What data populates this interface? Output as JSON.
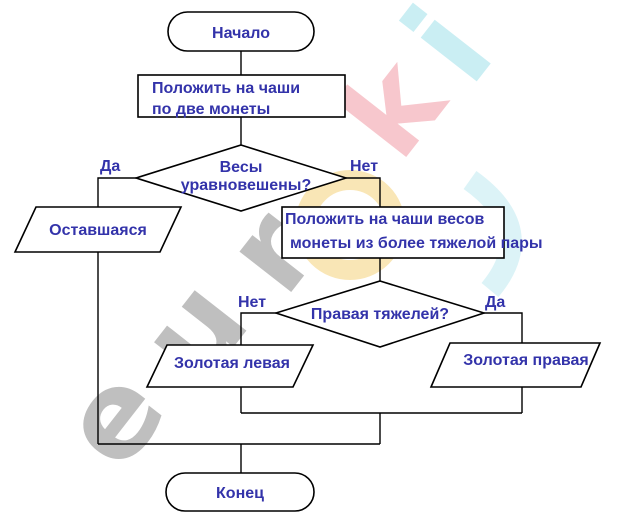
{
  "flowchart": {
    "start": "Начало",
    "step1": [
      "Положить на чаши",
      "по две монеты"
    ],
    "decision1": [
      "Весы",
      "уравновешены?"
    ],
    "decision1_yes": "Да",
    "decision1_no": "Нет",
    "output_remaining": "Оставшаяся",
    "step2": [
      "Положить на чаши весов",
      "монеты из более тяжелой пары"
    ],
    "decision2": "Правая тяжелей?",
    "decision2_no": "Нет",
    "decision2_yes": "Да",
    "output_left": "Золотая левая",
    "output_right": "Золотая правая",
    "end": "Конец"
  },
  "watermark": {
    "letters": [
      "e",
      "u",
      "r",
      "o",
      "k",
      "i"
    ],
    "colors": [
      "#777777",
      "#777777",
      "#777777",
      "#f2c14e",
      "#e05a6a",
      "#7fd3e0"
    ]
  },
  "colors": {
    "text": "#3333aa",
    "lines": "#000000",
    "fill": "#ffffff"
  }
}
